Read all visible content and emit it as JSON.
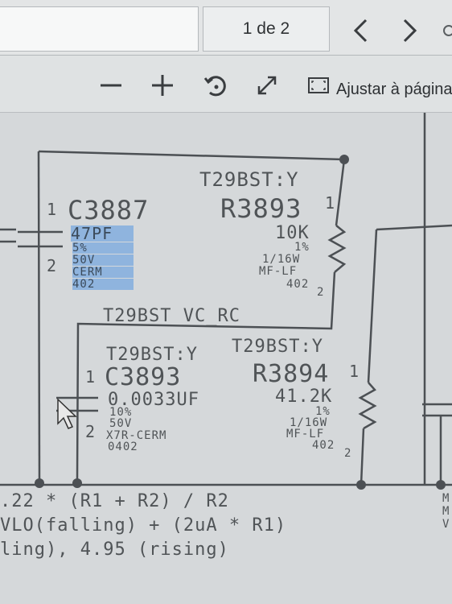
{
  "toolbar": {
    "page_indicator": "1 de 2",
    "prev_icon": "chevron-left-icon",
    "next_icon": "chevron-right-icon"
  },
  "view_toolbar": {
    "zoom_out_icon": "minus-icon",
    "zoom_in_icon": "plus-icon",
    "rotate_icon": "rotate-icon",
    "fullscreen_icon": "expand-icon",
    "fit_page_icon": "fit-page-icon",
    "fit_page_label": "Ajustar à página"
  },
  "schematic": {
    "c3887": {
      "pin1": "1",
      "name": "C3887",
      "value": "47PF",
      "tol": "5%",
      "voltage": "50V",
      "type": "CERM",
      "size": "402",
      "pin2": "2"
    },
    "r3893": {
      "group": "T29BST:Y",
      "name": "R3893",
      "pin1": "1",
      "value": "10K",
      "tol": "1%",
      "power": "1/16W",
      "type": "MF-LF",
      "size": "402",
      "pin2": "2"
    },
    "net_label": "T29BST_VC_RC",
    "c3893": {
      "group": "T29BST:Y",
      "pin1": "1",
      "name": "C3893",
      "value": "0.0033UF",
      "tol": "10%",
      "voltage": "50V",
      "type": "X7R-CERM",
      "size": "0402",
      "pin2": "2"
    },
    "r3894": {
      "group": "T29BST:Y",
      "name": "R3894",
      "pin1": "1",
      "value": "41.2K",
      "tol": "1%",
      "power": "1/16W",
      "type": "MF-LF",
      "size": "402",
      "pin2": "2"
    },
    "notes": [
      ".22 * (R1 + R2) / R2",
      "VLO(falling) + (2uA * R1)",
      "ling), 4.95 (rising)"
    ],
    "right_edge_letters": [
      "M",
      "M",
      "V"
    ]
  },
  "colors": {
    "line": "#4c5054",
    "highlight": "#8fb4de",
    "background": "#d5d8da"
  }
}
